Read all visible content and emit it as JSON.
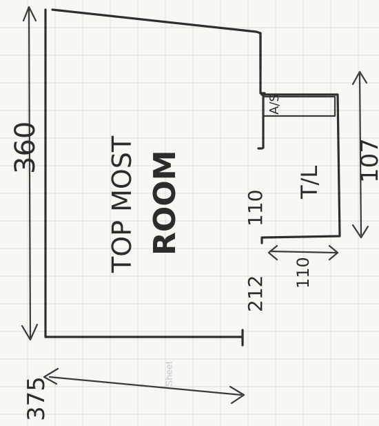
{
  "room": {
    "label_top": "TOP MOST",
    "label_name": "ROOM"
  },
  "dimensions": {
    "width": "360",
    "depth": "375",
    "wall_segment_a": "212",
    "wall_segment_b": "110",
    "wall_segment_c": "110",
    "alcove_width": "107"
  },
  "alcove": {
    "label": "T/L",
    "cupboard_label": "A/S"
  },
  "faint_print": "Sheet"
}
